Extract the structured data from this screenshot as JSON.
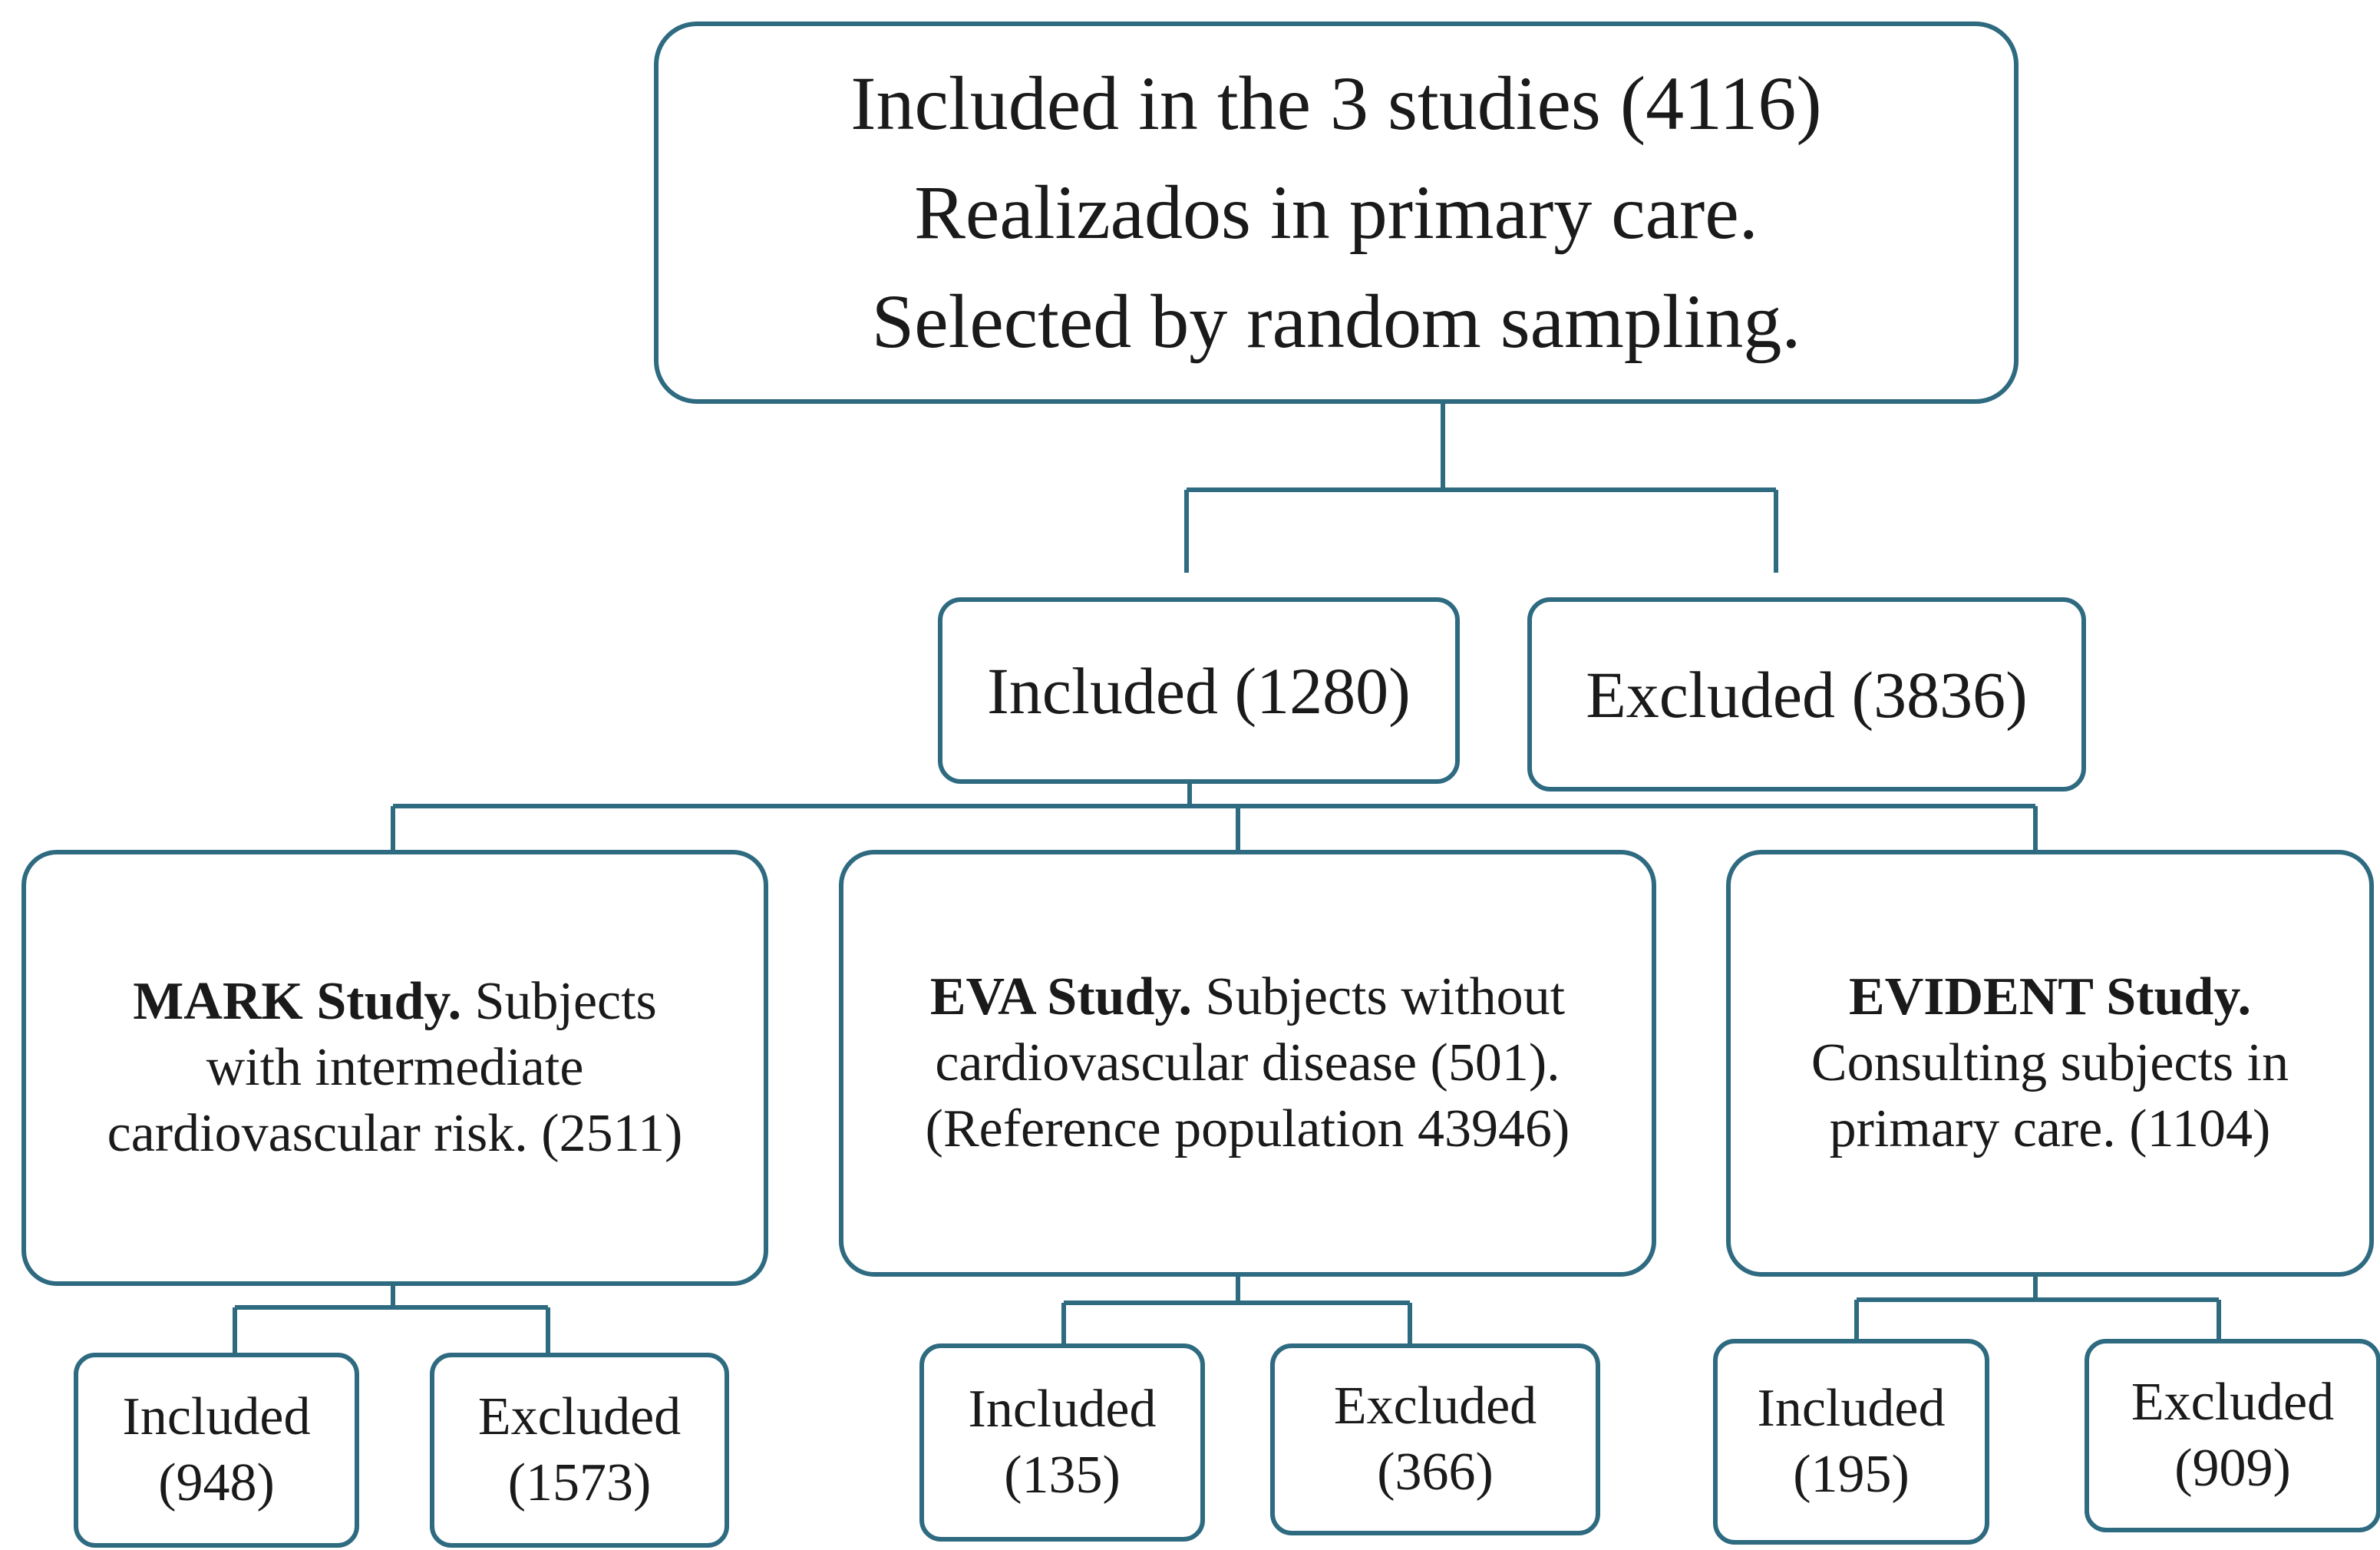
{
  "top": {
    "line1": "Included in the 3 studies (4116)",
    "line2": "Realizados in primary care.",
    "line3": "Selected by random sampling."
  },
  "overall": {
    "included": "Included (1280)",
    "excluded": "Excluded (3836)"
  },
  "studies": {
    "mark": {
      "name": "MARK Study.",
      "line1_rest": " Subjects",
      "line2": "with intermediate",
      "line3": "cardiovascular risk. (2511)",
      "included_label": "Included",
      "included_count": "(948)",
      "excluded_label": "Excluded",
      "excluded_count": "(1573)"
    },
    "eva": {
      "name": "EVA Study.",
      "line1_rest": " Subjects without",
      "line2": "cardiovascular disease (501).",
      "line3": "(Reference population 43946)",
      "included_label": "Included",
      "included_count": "(135)",
      "excluded_label": "Excluded",
      "excluded_count": "(366)"
    },
    "evident": {
      "name": "EVIDENT Study.",
      "line2": "Consulting subjects in",
      "line3": "primary care. (1104)",
      "included_label": "Included",
      "included_count": "(195)",
      "excluded_label": "Excluded",
      "excluded_count": "(909)"
    }
  },
  "colors": {
    "box_border": "#2e6a80",
    "connector": "#2e6a80",
    "text": "#1a1a1a",
    "background": "#ffffff"
  }
}
